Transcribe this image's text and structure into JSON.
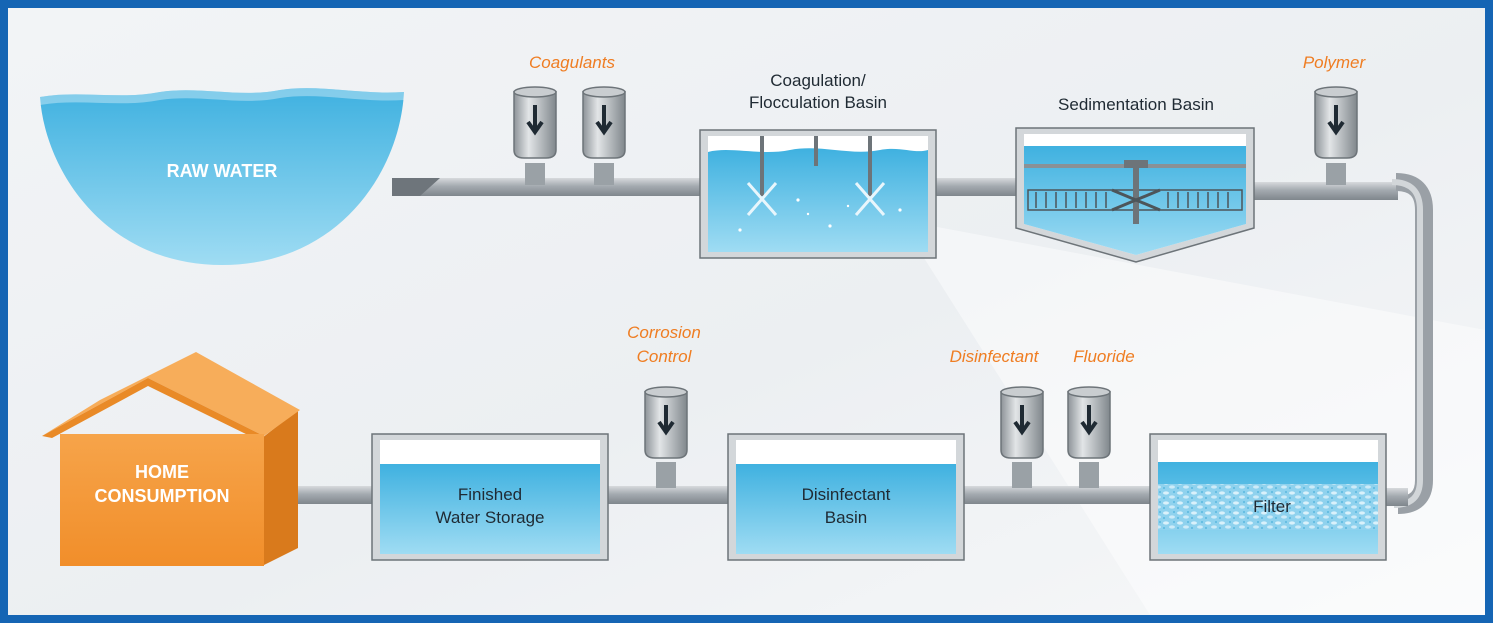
{
  "diagram": {
    "raw_water": "RAW WATER",
    "home": [
      "HOME",
      "CONSUMPTION"
    ],
    "stages": {
      "coag_floc": [
        "Coagulation/",
        "Flocculation Basin"
      ],
      "sedimentation": "Sedimentation Basin",
      "filter": "Filter",
      "disinfectant_basin": [
        "Disinfectant",
        "Basin"
      ],
      "storage": [
        "Finished",
        "Water Storage"
      ]
    },
    "chemicals": {
      "coagulants": "Coagulants",
      "polymer": "Polymer",
      "corrosion": [
        "Corrosion",
        "Control"
      ],
      "disinfectant": "Disinfectant",
      "fluoride": "Fluoride"
    }
  },
  "colors": {
    "border_blue": "#1565b4",
    "water": "#5cc0e6",
    "pipe": "#a7adb2",
    "home": "#f39a3a",
    "chemical_text": "#ef7d22"
  }
}
